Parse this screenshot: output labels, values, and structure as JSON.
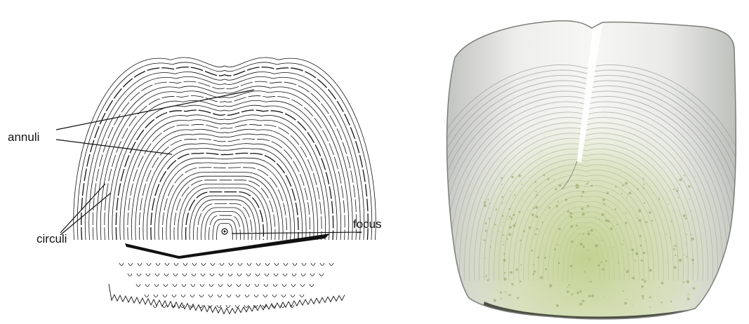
{
  "labels": {
    "annuli": "annuli",
    "circuli": "circuli",
    "focus": "focus"
  },
  "colors": {
    "line": "#111111",
    "photo_scale_light": "#f4f4f2",
    "photo_scale_mid": "#c9cbc7",
    "photo_focus_green": "#c7d49a",
    "photo_base_green": "#aebc78"
  }
}
